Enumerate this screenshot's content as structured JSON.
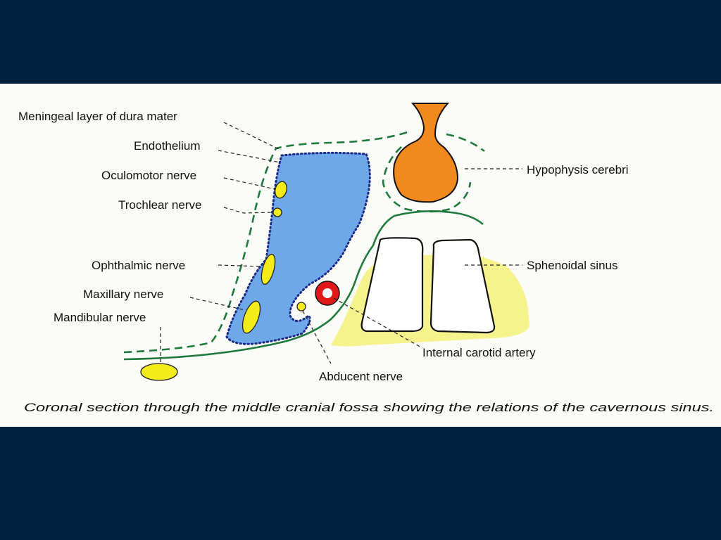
{
  "colors": {
    "slide_background": "#00213f",
    "panel_background": "#fbfbf8",
    "sinus_blue": "#6fa8e8",
    "sinus_outline": "#1a2a8a",
    "dura_green": "#1e7a3c",
    "nerve_yellow": "#f4ec1a",
    "bone_yellow": "#f6f28c",
    "pituitary_orange": "#f08a1e",
    "artery_red": "#e01818"
  },
  "labels": {
    "meningeal": "Meningeal layer of dura mater",
    "endothelium": "Endothelium",
    "oculomotor": "Oculomotor nerve",
    "trochlear": "Trochlear nerve",
    "ophthalmic": "Ophthalmic nerve",
    "maxillary": "Maxillary nerve",
    "mandibular": "Mandibular nerve",
    "hypophysis": "Hypophysis cerebri",
    "sphenoidal": "Sphenoidal sinus",
    "carotid": "Internal carotid artery",
    "abducent": "Abducent nerve"
  },
  "caption": "Coronal section through the middle cranial fossa showing the relations of the cavernous sinus."
}
